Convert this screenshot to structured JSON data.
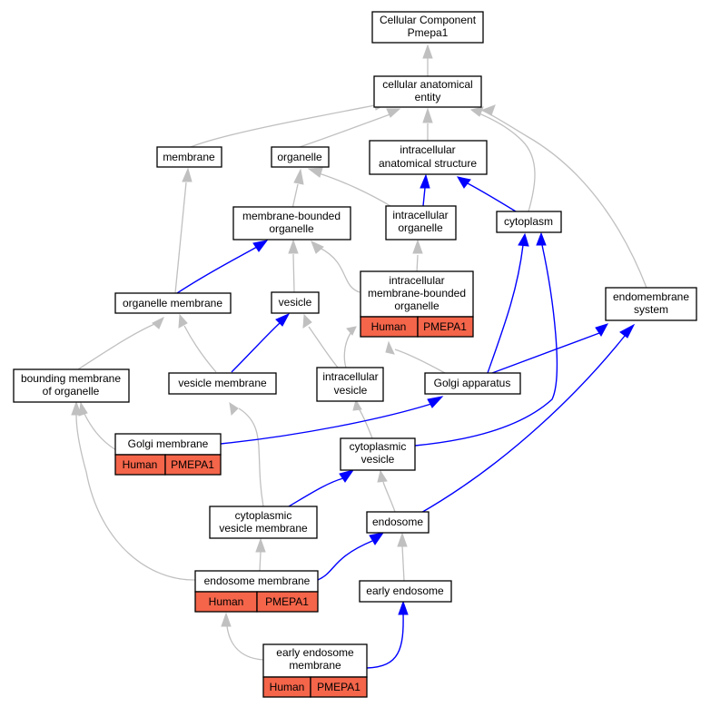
{
  "colors": {
    "is_a_edge": "#c0c0c0",
    "part_of_edge": "#0000ff",
    "annotation_fill": "#f4654a",
    "node_fill": "#ffffff"
  },
  "nodes": {
    "root": {
      "lines": [
        "Cellular Component",
        "Pmepa1"
      ]
    },
    "cellular_anatomical_entity": {
      "lines": [
        "cellular anatomical",
        "entity"
      ]
    },
    "membrane": {
      "lines": [
        "membrane"
      ]
    },
    "organelle": {
      "lines": [
        "organelle"
      ]
    },
    "intracellular_anatomical_structure": {
      "lines": [
        "intracellular",
        "anatomical structure"
      ]
    },
    "membrane_bounded_organelle": {
      "lines": [
        "membrane-bounded",
        "organelle"
      ]
    },
    "intracellular_organelle": {
      "lines": [
        "intracellular",
        "organelle"
      ]
    },
    "cytoplasm": {
      "lines": [
        "cytoplasm"
      ]
    },
    "intracellular_membrane_bounded_organelle": {
      "lines": [
        "intracellular",
        "membrane-bounded",
        "organelle"
      ],
      "annotation": [
        "Human",
        "PMEPA1"
      ]
    },
    "organelle_membrane": {
      "lines": [
        "organelle membrane"
      ]
    },
    "vesicle": {
      "lines": [
        "vesicle"
      ]
    },
    "endomembrane_system": {
      "lines": [
        "endomembrane",
        "system"
      ]
    },
    "bounding_membrane_of_organelle": {
      "lines": [
        "bounding membrane",
        "of organelle"
      ]
    },
    "vesicle_membrane": {
      "lines": [
        "vesicle membrane"
      ]
    },
    "intracellular_vesicle": {
      "lines": [
        "intracellular",
        "vesicle"
      ]
    },
    "golgi_apparatus": {
      "lines": [
        "Golgi apparatus"
      ]
    },
    "golgi_membrane": {
      "lines": [
        "Golgi membrane"
      ],
      "annotation": [
        "Human",
        "PMEPA1"
      ]
    },
    "cytoplasmic_vesicle": {
      "lines": [
        "cytoplasmic",
        "vesicle"
      ]
    },
    "cytoplasmic_vesicle_membrane": {
      "lines": [
        "cytoplasmic",
        "vesicle membrane"
      ]
    },
    "endosome": {
      "lines": [
        "endosome"
      ]
    },
    "endosome_membrane": {
      "lines": [
        "endosome membrane"
      ],
      "annotation": [
        "Human",
        "PMEPA1"
      ]
    },
    "early_endosome": {
      "lines": [
        "early endosome"
      ]
    },
    "early_endosome_membrane": {
      "lines": [
        "early endosome",
        "membrane"
      ],
      "annotation": [
        "Human",
        "PMEPA1"
      ]
    }
  }
}
